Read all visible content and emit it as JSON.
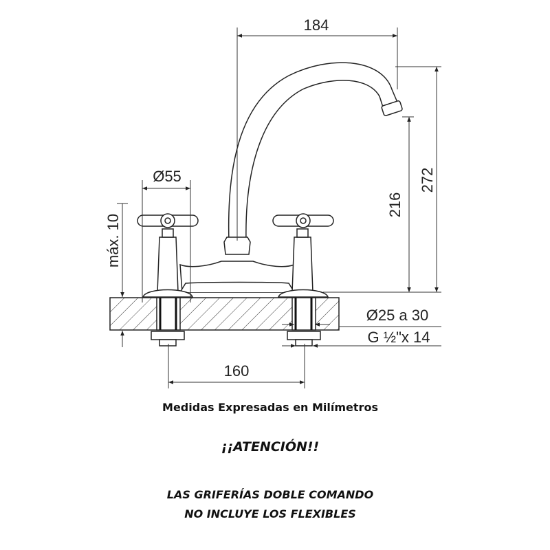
{
  "dimensions": {
    "spout_reach": "184",
    "total_height": "272",
    "spout_height": "216",
    "handle_diameter": "Ø55",
    "max_counter_thickness": "máx. 10",
    "hole_diameter": "Ø25 a 30",
    "connection_thread": "G ½\"x 14",
    "center_distance": "160"
  },
  "notes": {
    "units": "Medidas Expresadas en Milímetros",
    "attention": "¡¡ATENCIÓN!!",
    "warning_line1": "LAS GRIFERÍAS DOBLE COMANDO",
    "warning_line2": "NO INCLUYE LOS FLEXIBLES"
  }
}
